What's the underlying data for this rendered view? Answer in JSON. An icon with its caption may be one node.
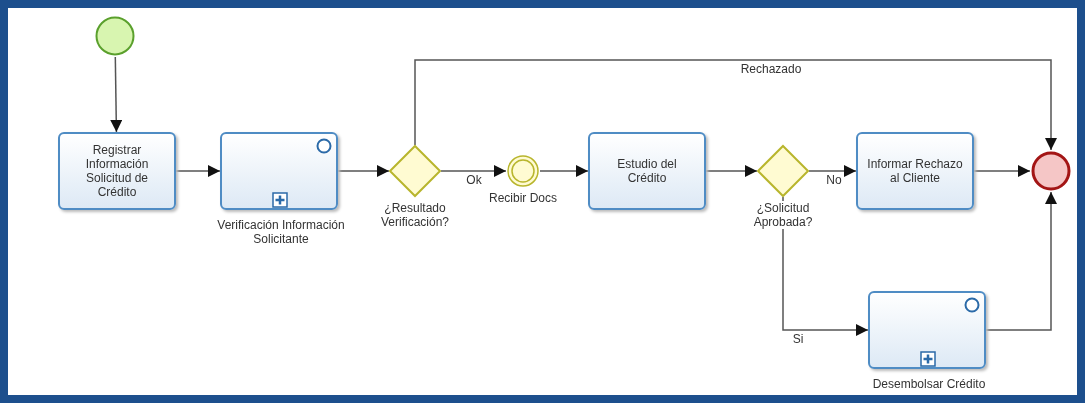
{
  "diagram": {
    "nodes": [
      {
        "text": [],
        "shape": "circle"
      },
      {
        "text": [
          "Registrar Información Solicitud de Crédito"
        ]
      },
      {
        "text": [
          "Verificación Información Solicitante"
        ]
      },
      {
        "text": [
          "¿Resultado Verificación?"
        ]
      },
      {
        "text": [
          "Recibir Docs"
        ]
      },
      {
        "text": [
          "Estudio del Crédito"
        ]
      },
      {
        "text": [
          "¿Solicitud Aprobada?"
        ]
      },
      {
        "text": [
          "Informar Rechazo al Cliente"
        ]
      },
      {
        "text": [],
        "shape": "circle"
      },
      {
        "text": [
          "Desembolsar Crédito"
        ]
      }
    ],
    "edges": [
      {
        "from": 0,
        "to": 1,
        "arrow": "to"
      },
      {
        "from": 1,
        "to": 2,
        "arrow": "to"
      },
      {
        "from": 2,
        "to": 3,
        "arrow": "to"
      },
      {
        "from": 3,
        "to": 4,
        "arrow": "to",
        "label": "Ok"
      },
      {
        "from": 4,
        "to": 5,
        "arrow": "to"
      },
      {
        "from": 5,
        "to": 6,
        "arrow": "to"
      },
      {
        "from": 6,
        "to": 7,
        "arrow": "to",
        "label": "No"
      },
      {
        "from": 7,
        "to": 8,
        "arrow": "to"
      },
      {
        "from": 3,
        "to": 8,
        "arrow": "to",
        "label": "Rechazado"
      },
      {
        "from": 6,
        "to": 9,
        "arrow": "to",
        "label": "Si"
      },
      {
        "from": 9,
        "to": 8,
        "arrow": "to"
      }
    ]
  }
}
